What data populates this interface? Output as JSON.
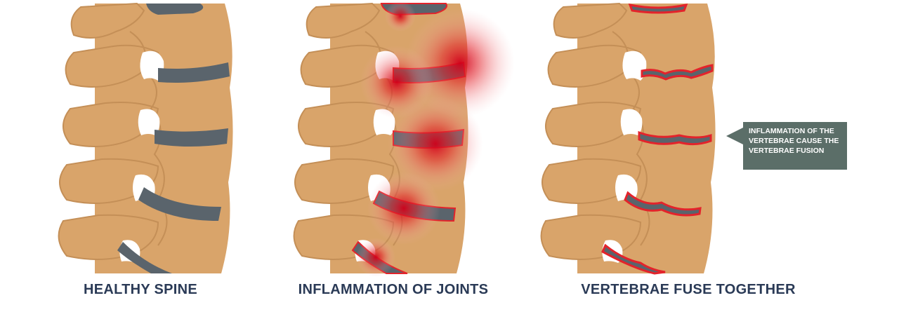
{
  "panels": [
    {
      "id": "healthy",
      "title": "HEALTHY SPINE"
    },
    {
      "id": "inflammation",
      "title": "INFLAMMATION OF JOINTS"
    },
    {
      "id": "fusion",
      "title": "VERTEBRAE FUSE TOGETHER"
    }
  ],
  "callout": {
    "text": "INFLAMMATION OF THE VERTEBRAE CAUSE THE VERTEBRAE FUSION"
  },
  "colors": {
    "bone": "#d9a46a",
    "bone_shadow": "#c48f57",
    "disc": "#5a646c",
    "inflammation": "#e3232b",
    "label": "#2a3a56",
    "callout_bg": "#5b6e68"
  }
}
